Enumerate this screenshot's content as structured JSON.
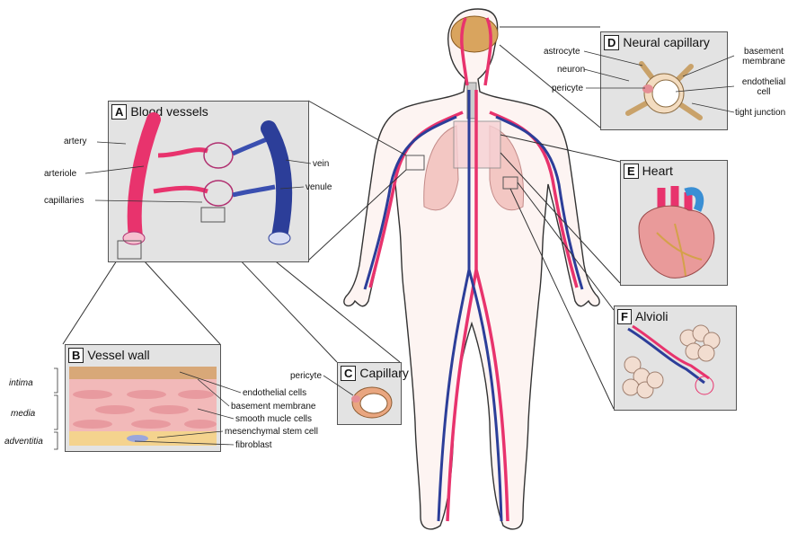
{
  "panels": {
    "a": {
      "letter": "A",
      "title": "Blood vessels",
      "labels": {
        "artery": "artery",
        "arteriole": "arteriole",
        "capillaries": "capillaries",
        "vein": "vein",
        "venule": "venule"
      }
    },
    "b": {
      "letter": "B",
      "title": "Vessel wall",
      "layers": {
        "intima": "intima",
        "media": "media",
        "adventitia": "adventitia"
      },
      "labels": {
        "endothelial": "endothelial cells",
        "basement": "basement membrane",
        "smooth": "smooth mucle cells",
        "mesenchymal": "mesenchymal stem cell",
        "fibroblast": "fibroblast"
      }
    },
    "c": {
      "letter": "C",
      "title": "Capillary",
      "labels": {
        "pericyte": "pericyte"
      }
    },
    "d": {
      "letter": "D",
      "title": "Neural capillary",
      "labels": {
        "astrocyte": "astrocyte",
        "neuron": "neuron",
        "pericyte": "pericyte",
        "basement_1": "basement",
        "basement_2": "membrane",
        "endothelial_1": "endothelial",
        "endothelial_2": "cell",
        "tight": "tight junction"
      }
    },
    "e": {
      "letter": "E",
      "title": "Heart"
    },
    "f": {
      "letter": "F",
      "title": "Alvioli"
    }
  },
  "colors": {
    "artery": "#e8336d",
    "vein": "#2c3e99",
    "panel": "#e3e3e3",
    "skin": "#f7d7d3"
  }
}
